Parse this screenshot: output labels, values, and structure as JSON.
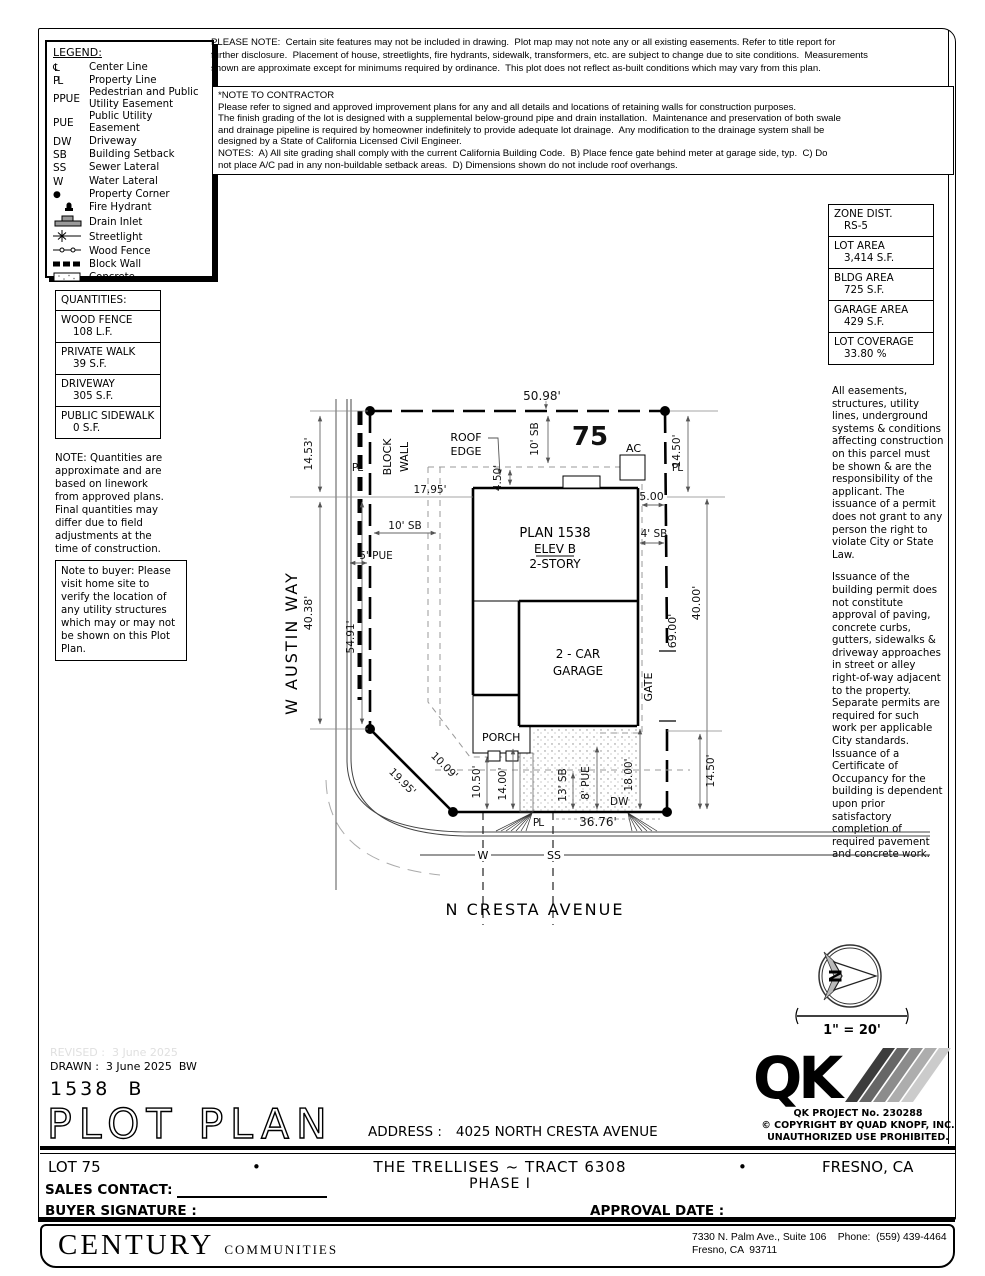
{
  "legend": {
    "title": "LEGEND:",
    "items": [
      {
        "abbr": "℄",
        "label": "Center Line"
      },
      {
        "abbr": "PL",
        "label": "Property Line"
      },
      {
        "abbr": "PPUE",
        "label": "Pedestrian and Public Utility Easement"
      },
      {
        "abbr": "PUE",
        "label": "Public Utility Easement"
      },
      {
        "abbr": "DW",
        "label": "Driveway"
      },
      {
        "abbr": "SB",
        "label": "Building Setback"
      },
      {
        "abbr": "SS",
        "label": "Sewer Lateral"
      },
      {
        "abbr": "W",
        "label": "Water Lateral"
      },
      {
        "abbr": "●",
        "label": "Property Corner"
      },
      {
        "abbr": "",
        "label": "Fire Hydrant"
      },
      {
        "abbr": "",
        "label": "Drain Inlet"
      },
      {
        "abbr": "",
        "label": "Streetlight"
      },
      {
        "abbr": "",
        "label": "Wood Fence"
      },
      {
        "abbr": "",
        "label": "Block Wall"
      },
      {
        "abbr": "",
        "label": "Concrete"
      }
    ]
  },
  "top_note_lines": [
    "PLEASE NOTE:  Certain site features may not be included in drawing.  Plot map may not note any or all existing easements. Refer to title report for",
    "further disclosure.  Placement of house, streetlights, fire hydrants, sidewalk, transformers, etc. are subject to change due to site conditions.  Measurements",
    "shown are approximate except for minimums required by ordinance.  This plot does not reflect as-built conditions which may vary from this plan."
  ],
  "contractor_note_lines": [
    "*NOTE TO CONTRACTOR",
    "Please refer to signed and approved improvement plans for any and all details and locations of retaining walls for construction purposes.",
    "The finish grading of the lot is designed with a supplemental below-ground pipe and drain installation.  Maintenance and preservation of both swale",
    "and drainage pipeline is required by homeowner indefinitely to provide adequate lot drainage.  Any modification to the drainage system shall be",
    "designed by a State of California Licensed Civil Engineer.",
    "NOTES:  A) All site grading shall comply with the current California Building Code.  B) Place fence gate behind meter at garage side, typ.  C) Do",
    "not place A/C pad in any non-buildable setback areas.  D) Dimensions shown do not include roof overhangs."
  ],
  "zone_stats": [
    {
      "label": "ZONE DIST.",
      "value": "RS-5"
    },
    {
      "label": "LOT AREA",
      "value": "3,414 S.F."
    },
    {
      "label": "BLDG AREA",
      "value": "725 S.F."
    },
    {
      "label": "GARAGE AREA",
      "value": "429 S.F."
    },
    {
      "label": "LOT COVERAGE",
      "value": "33.80 %"
    }
  ],
  "quantities": {
    "title": "QUANTITIES:",
    "items": [
      {
        "label": "WOOD FENCE",
        "value": "108 L.F."
      },
      {
        "label": "PRIVATE WALK",
        "value": "39 S.F."
      },
      {
        "label": "DRIVEWAY",
        "value": "305 S.F."
      },
      {
        "label": "PUBLIC SIDEWALK",
        "value": "0 S.F."
      }
    ],
    "note": "NOTE: Quantities are approximate and are based on linework from approved plans.  Final quantities may differ due to field adjustments at the time of construction."
  },
  "buyer_note": "Note to buyer:  Please visit home site to verify the location of any utility structures which may or may not be shown on this Plot Plan.",
  "easement_note_1": "All easements, structures, utility lines, underground systems & conditions affecting construction on this parcel must be shown & are the responsibility of the applicant. The issuance of a permit does not grant to any person the right to violate City or State Law.",
  "easement_note_2": "Issuance of the building permit does not constitute approval of paving, concrete curbs, gutters, sidewalks & driveway approaches in street or alley right-of-way adjacent to the property. Separate permits are required for such work per applicable City standards. Issuance of a Certificate of Occupancy for the building is dependent upon prior satisfactory completion of required pavement and concrete work.",
  "plan": {
    "lot_number": "75",
    "street_left": "W AUSTIN WAY",
    "street_bottom": "N CRESTA AVENUE",
    "plan_name": "PLAN 1538",
    "elev": "ELEV B",
    "story": "2-STORY",
    "garage_1": "2 - CAR",
    "garage_2": "GARAGE",
    "porch": "PORCH",
    "gate": "GATE",
    "ac": "AC",
    "block_wall_1": "BLOCK",
    "block_wall_2": "WALL",
    "roof_edge_1": "ROOF",
    "roof_edge_2": "EDGE",
    "pl": "PL",
    "w": "W",
    "ss": "SS",
    "dims": {
      "d5098": "50.98'",
      "d1453": "14.53'",
      "d1450_tr": "14.50'",
      "d1450_br": "14.50'",
      "d1795": "17.95'",
      "sb10_left": "10' SB",
      "sb10_top": "10' SB",
      "pue5": "5' PUE",
      "d4038": "40.38'",
      "d5491": "54.91'",
      "d450": "4.50'",
      "d500": "5.00'",
      "sb4": "4' SB",
      "d4000": "40.00'",
      "d6900": "69.00'",
      "d1009": "10.09'",
      "d1995": "19.95'",
      "d1050": "10.50'",
      "d1400": "14.00'",
      "sb13": "13' SB",
      "pue8": "8' PUE",
      "dw": "DW",
      "d1800": "18.00'",
      "d3676": "36.76'"
    }
  },
  "north": {
    "letter": "N",
    "scale": "1\" = 20'"
  },
  "qk": {
    "letters": "QK",
    "project": "QK PROJECT No. 230288",
    "copyright": "©  COPYRIGHT BY QUAD KNOPF, INC.",
    "unauthorized": "UNAUTHORIZED USE PROHIBITED."
  },
  "titleblock": {
    "revised": "REVISED :  3 June 2025",
    "drawn": "DRAWN :  3 June 2025  BW",
    "plan_code": "1538  B",
    "title": "PLOT PLAN",
    "address_label": "ADDRESS :",
    "address": "4025 NORTH CRESTA AVENUE",
    "lot": "LOT 75",
    "bullet": "•",
    "tract": "THE TRELLISES ~ TRACT 6308",
    "phase": "PHASE I",
    "city": "FRESNO, CA",
    "sales_contact": "SALES CONTACT:",
    "buyer_signature": "BUYER SIGNATURE :",
    "approval_date": "APPROVAL DATE :"
  },
  "footer": {
    "brand_main": "CENTURY",
    "brand_sub": "COMMUNITIES",
    "address_line1": "7330 N. Palm Ave., Suite 106    Phone:  (559) 439-4464",
    "address_line2": "Fresno, CA  93711"
  }
}
